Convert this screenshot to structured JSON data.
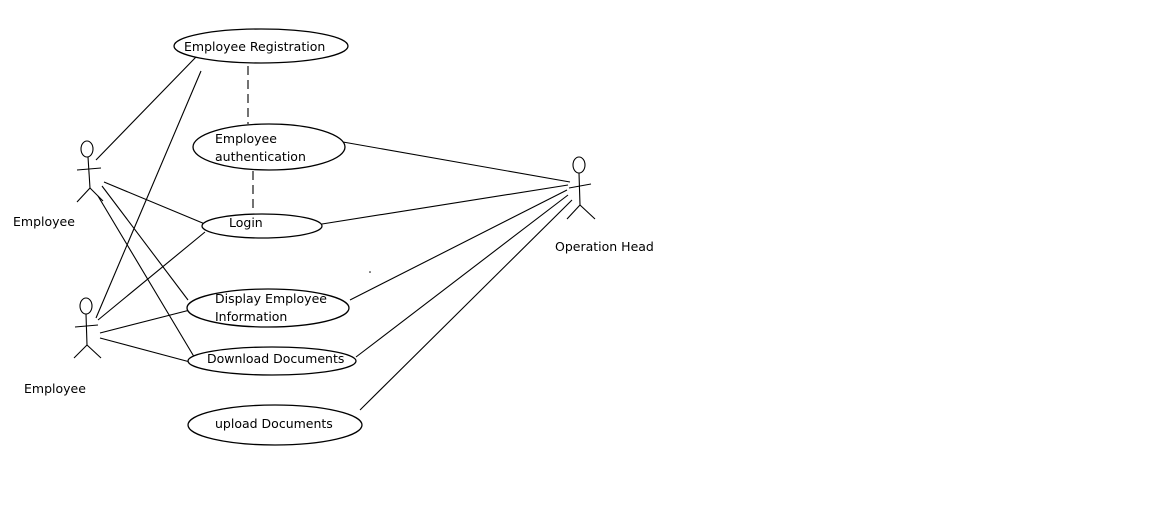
{
  "diagram": {
    "actors": [
      {
        "id": "employee1",
        "label": "Employee"
      },
      {
        "id": "employee2",
        "label": "Employee"
      },
      {
        "id": "operation_head",
        "label": "Operation Head"
      }
    ],
    "use_cases": [
      {
        "id": "registration",
        "label_lines": [
          "Employee Registration"
        ]
      },
      {
        "id": "authentication",
        "label_lines": [
          "Employee",
          "authentication"
        ]
      },
      {
        "id": "login",
        "label_lines": [
          "Login"
        ]
      },
      {
        "id": "display_info",
        "label_lines": [
          "Display Employee",
          "Information"
        ]
      },
      {
        "id": "download_docs",
        "label_lines": [
          "Download Documents"
        ]
      },
      {
        "id": "upload_docs",
        "label_lines": [
          "upload Documents"
        ]
      }
    ],
    "associations": [
      {
        "from": "employee1",
        "to": "registration"
      },
      {
        "from": "employee1",
        "to": "login"
      },
      {
        "from": "employee1",
        "to": "display_info"
      },
      {
        "from": "employee1",
        "to": "download_docs"
      },
      {
        "from": "employee2",
        "to": "registration"
      },
      {
        "from": "employee2",
        "to": "login"
      },
      {
        "from": "employee2",
        "to": "display_info"
      },
      {
        "from": "employee2",
        "to": "download_docs"
      },
      {
        "from": "operation_head",
        "to": "authentication"
      },
      {
        "from": "operation_head",
        "to": "login"
      },
      {
        "from": "operation_head",
        "to": "display_info"
      },
      {
        "from": "operation_head",
        "to": "download_docs"
      },
      {
        "from": "operation_head",
        "to": "upload_docs"
      }
    ],
    "dependencies": [
      {
        "from": "registration",
        "to": "authentication"
      },
      {
        "from": "authentication",
        "to": "login"
      }
    ]
  }
}
